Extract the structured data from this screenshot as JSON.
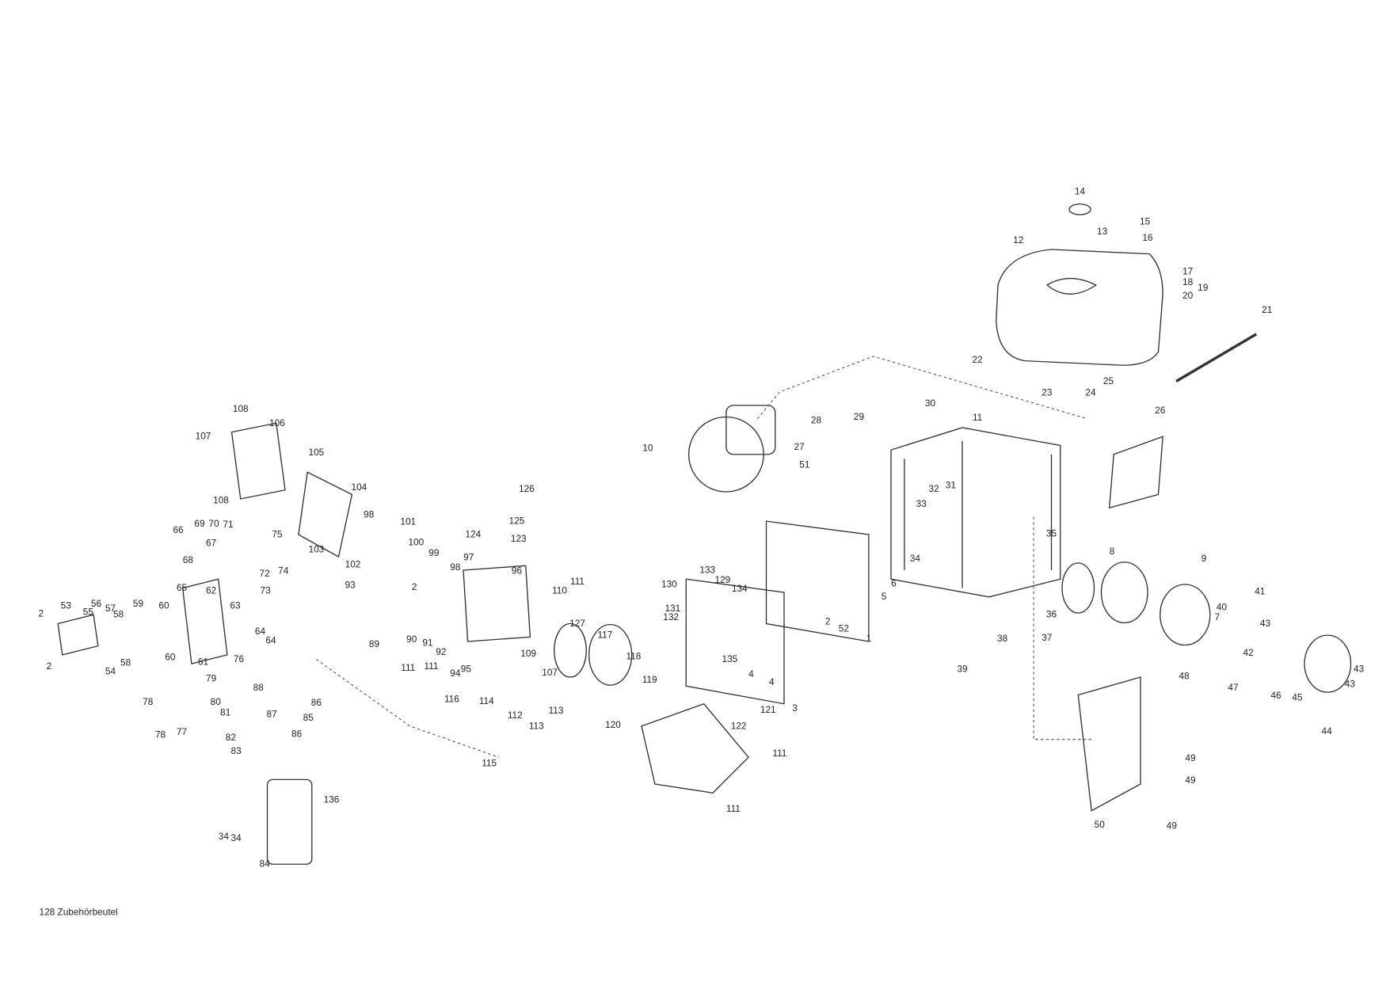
{
  "title": "Exploded parts diagram - generator",
  "footnote": "128 Zubehörbeutel",
  "callouts": [
    "14",
    "13",
    "15",
    "16",
    "12",
    "17",
    "18",
    "19",
    "20",
    "21",
    "22",
    "23",
    "24",
    "25",
    "26",
    "30",
    "11",
    "29",
    "28",
    "27",
    "51",
    "10",
    "108",
    "106",
    "107",
    "105",
    "108",
    "104",
    "98",
    "103",
    "101",
    "100",
    "102",
    "99",
    "97",
    "98",
    "2",
    "96",
    "93",
    "126",
    "125",
    "124",
    "123",
    "111",
    "110",
    "127",
    "109",
    "107",
    "117",
    "118",
    "119",
    "89",
    "90",
    "91",
    "92",
    "94",
    "95",
    "111",
    "111",
    "116",
    "114",
    "112",
    "113",
    "113",
    "115",
    "120",
    "121",
    "122",
    "111",
    "111",
    "69",
    "70",
    "71",
    "66",
    "67",
    "68",
    "75",
    "72",
    "73",
    "74",
    "62",
    "63",
    "65",
    "61",
    "60",
    "60",
    "64",
    "64",
    "76",
    "59",
    "53",
    "56",
    "55",
    "57",
    "58",
    "58",
    "54",
    "2",
    "2",
    "79",
    "80",
    "81",
    "88",
    "87",
    "86",
    "85",
    "86",
    "82",
    "83",
    "78",
    "78",
    "77",
    "136",
    "34",
    "34",
    "84",
    "133",
    "129",
    "130",
    "134",
    "131",
    "132",
    "135",
    "4",
    "4",
    "3",
    "2",
    "52",
    "1",
    "6",
    "5",
    "32",
    "31",
    "33",
    "34",
    "35",
    "36",
    "37",
    "38",
    "39",
    "8",
    "9",
    "40",
    "41",
    "43",
    "42",
    "7",
    "48",
    "47",
    "46",
    "45",
    "44",
    "43",
    "43",
    "49",
    "49",
    "49",
    "50"
  ]
}
